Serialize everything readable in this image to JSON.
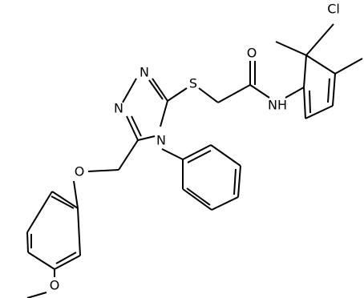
{
  "atoms": {
    "cl": "Cl",
    "o_carbonyl": "O",
    "nh": "NH",
    "s": "S",
    "n1": "N",
    "n2": "N",
    "n4": "N",
    "o_ether": "O",
    "o_methoxy": "O"
  }
}
